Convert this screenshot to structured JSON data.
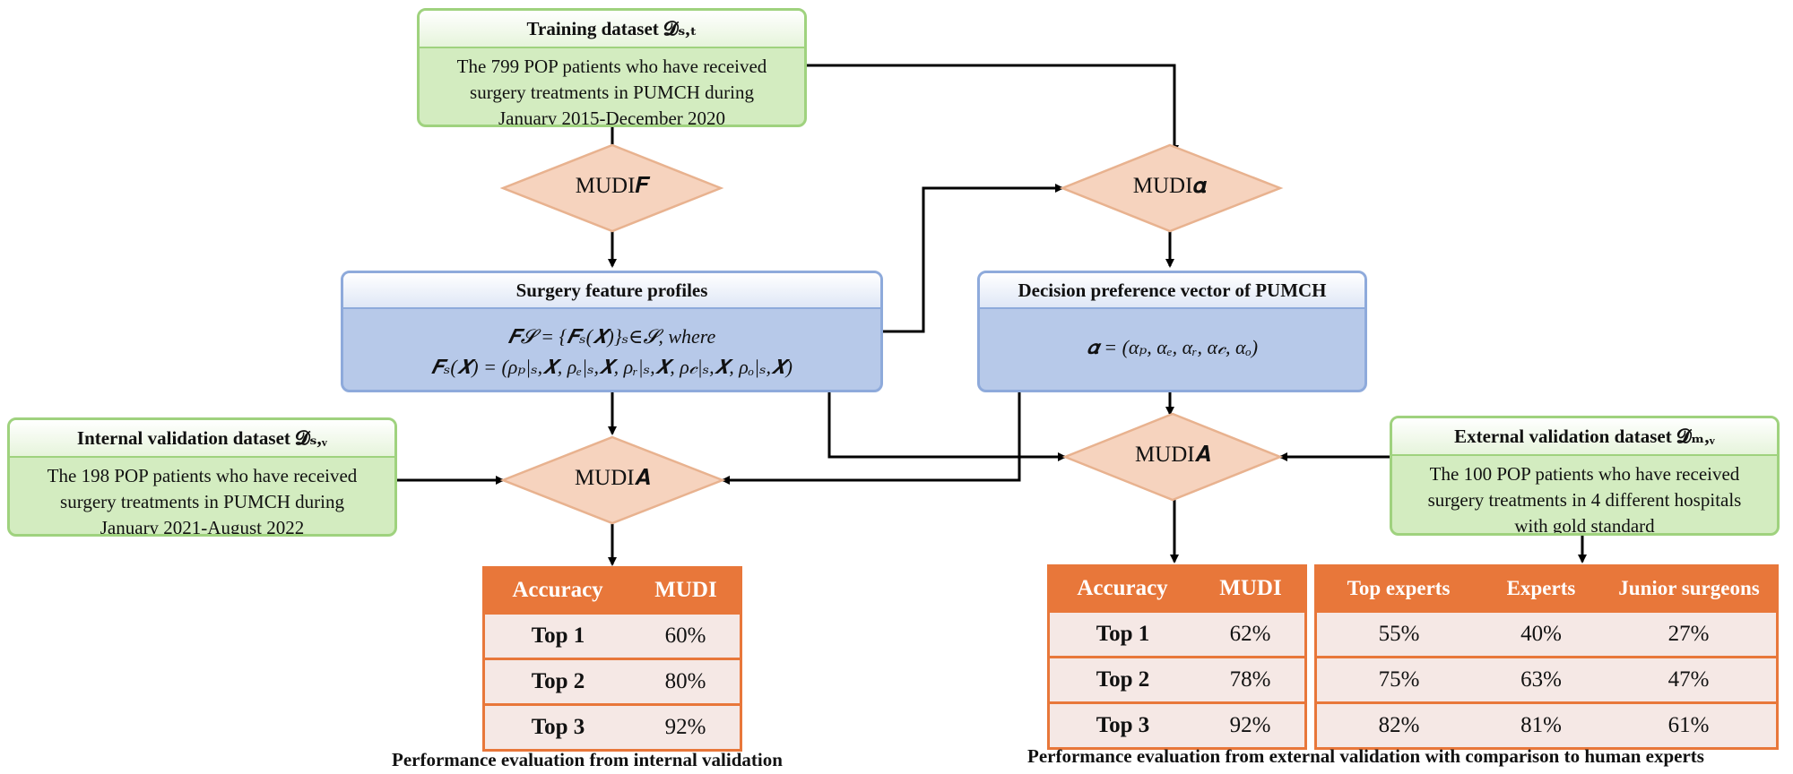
{
  "training": {
    "title": "Training dataset 𝓓ₛ,ₜ",
    "lines": [
      "The 799 POP  patients who have received",
      "surgery treatments in PUMCH during",
      "January 2015-December 2020"
    ]
  },
  "internal": {
    "title": "Internal validation dataset 𝓓ₛ,ᵥ",
    "lines": [
      "The 198 POP  patients who have received",
      "surgery treatments in PUMCH during",
      "January 2021-August 2022"
    ]
  },
  "external": {
    "title": "External validation dataset  𝓓ₘ,ᵥ",
    "lines": [
      "The 100 POP  patients who have received",
      "surgery treatments in 4 different hospitals",
      "with gold standard"
    ]
  },
  "profiles": {
    "title": "Surgery feature profiles",
    "line1": "𝑭𝓢 = {𝑭ₛ(𝑿)}ₛ∈𝓢, where",
    "line2": "𝑭ₛ(𝑿) = (ρₚ|ₛ,𝑿, ρₑ|ₛ,𝑿, ρᵣ|ₛ,𝑿, ρ𝒸|ₛ,𝑿, ρₒ|ₛ,𝑿)"
  },
  "preference": {
    "title": "Decision preference vector of PUMCH",
    "formula": "𝜶 = (αₚ, αₑ, αᵣ, α𝒸, αₒ)"
  },
  "diamonds": {
    "mudi_f": "MUDI𝑭",
    "mudi_alpha": "MUDI𝜶",
    "mudi_a_internal": "MUDI𝑨",
    "mudi_a_external": "MUDI𝑨"
  },
  "internal_table": {
    "headers": [
      "Accuracy",
      "MUDI"
    ],
    "rows": [
      [
        "Top 1",
        "60%"
      ],
      [
        "Top 2",
        "80%"
      ],
      [
        "Top 3",
        "92%"
      ]
    ]
  },
  "external_table": {
    "headers": [
      "Accuracy",
      "MUDI"
    ],
    "rows": [
      [
        "Top 1",
        "62%"
      ],
      [
        "Top 2",
        "78%"
      ],
      [
        "Top 3",
        "92%"
      ]
    ]
  },
  "experts_table": {
    "headers": [
      "Top experts",
      "Experts",
      "Junior surgeons"
    ],
    "rows": [
      [
        "55%",
        "40%",
        "27%"
      ],
      [
        "75%",
        "63%",
        "47%"
      ],
      [
        "82%",
        "81%",
        "61%"
      ]
    ]
  },
  "captions": {
    "internal": "Performance evaluation from internal validation",
    "external": "Performance evaluation from external validation with comparison to human experts"
  },
  "colors": {
    "green_fill": "#d3ecc0",
    "green_border": "#9fd27e",
    "blue_fill": "#b7c9e9",
    "blue_border": "#8eaadb",
    "diamond_fill": "#f6d3be",
    "diamond_border": "#e8b28f",
    "table_header": "#e8773a",
    "table_cell": "#f5e8e5"
  }
}
